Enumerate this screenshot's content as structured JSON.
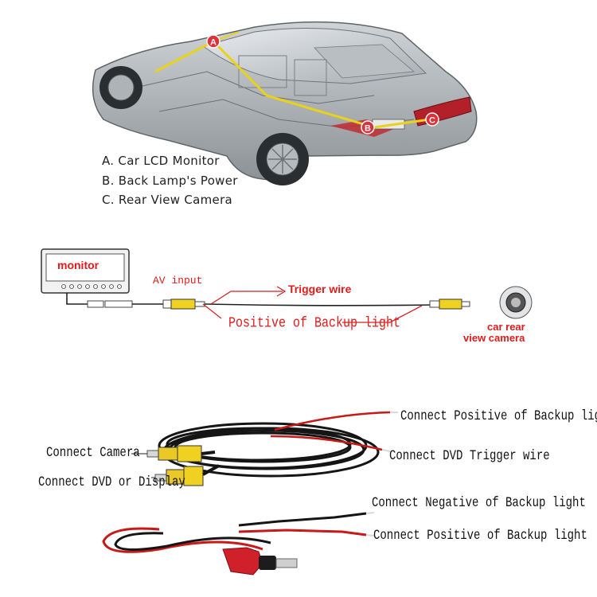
{
  "legend": {
    "a": "A. Car LCD Monitor",
    "b": "B. Back Lamp's Power",
    "c": "C. Rear View Camera"
  },
  "markers": {
    "a": "A",
    "b": "B",
    "c": "C"
  },
  "wiring": {
    "monitor": "monitor",
    "av_input": "AV input",
    "trigger_wire": "Trigger wire",
    "positive_backup": "Positive of Backup light",
    "camera_line1": "car rear",
    "camera_line2": "view camera"
  },
  "cable": {
    "connect_camera": "Connect Camera",
    "connect_dvd": "Connect DVD or Display",
    "connect_positive_top": "Connect Positive of Backup light",
    "connect_trigger": "Connect DVD Trigger wire",
    "connect_negative": "Connect Negative of Backup light",
    "connect_positive_bottom": "Connect Positive of Backup light"
  },
  "colors": {
    "marker": "#e0303a",
    "harness": "#e8d21a",
    "label_red": "#e21a1a",
    "rca_yellow": "#f0d020"
  }
}
